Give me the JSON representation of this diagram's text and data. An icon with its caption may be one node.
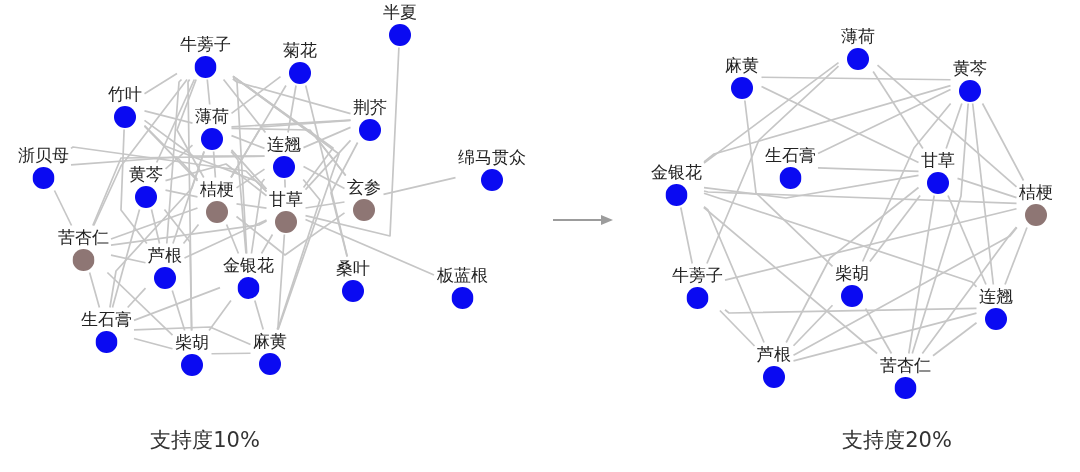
{
  "diagram": {
    "nodes": [
      {
        "text": [
          "牛蒡子"
        ]
      },
      {
        "text": [
          "菊花"
        ]
      },
      {
        "text": [
          "半夏"
        ]
      },
      {
        "text": [
          "竹叶"
        ]
      },
      {
        "text": [
          "薄荷"
        ]
      },
      {
        "text": [
          "荆芥"
        ]
      },
      {
        "text": [
          "浙贝母"
        ]
      },
      {
        "text": [
          "连翘"
        ]
      },
      {
        "text": [
          "绵马贯众"
        ]
      },
      {
        "text": [
          "黄芩"
        ]
      },
      {
        "text": [
          "桔梗"
        ]
      },
      {
        "text": [
          "甘草"
        ]
      },
      {
        "text": [
          "玄参"
        ]
      },
      {
        "text": [
          "苦杏仁"
        ]
      },
      {
        "text": [
          "芦根"
        ]
      },
      {
        "text": [
          "金银花"
        ]
      },
      {
        "text": [
          "桑叶"
        ]
      },
      {
        "text": [
          "板蓝根"
        ]
      },
      {
        "text": [
          "生石膏"
        ]
      },
      {
        "text": [
          "柴胡"
        ]
      },
      {
        "text": [
          "麻黄"
        ]
      },
      {
        "text": [
          "薄荷"
        ]
      },
      {
        "text": [
          "麻黄"
        ]
      },
      {
        "text": [
          "黄芩"
        ]
      },
      {
        "text": [
          "金银花"
        ]
      },
      {
        "text": [
          "生石膏"
        ]
      },
      {
        "text": [
          "甘草"
        ]
      },
      {
        "text": [
          "桔梗"
        ]
      },
      {
        "text": [
          "牛蒡子"
        ]
      },
      {
        "text": [
          "柴胡"
        ]
      },
      {
        "text": [
          "连翘"
        ]
      },
      {
        "text": [
          "芦根"
        ]
      },
      {
        "text": [
          "苦杏仁"
        ]
      }
    ],
    "edges": [
      {
        "from": 3,
        "to": 0,
        "arrow": "none"
      },
      {
        "from": 0,
        "to": 5,
        "arrow": "none"
      },
      {
        "from": 0,
        "to": 4,
        "arrow": "none"
      },
      {
        "from": 0,
        "to": 10,
        "arrow": "none"
      },
      {
        "from": 0,
        "to": 11,
        "arrow": "none"
      },
      {
        "from": 0,
        "to": 7,
        "arrow": "none"
      },
      {
        "from": 0,
        "to": 15,
        "arrow": "none"
      },
      {
        "from": 0,
        "to": 14,
        "arrow": "none"
      },
      {
        "from": 0,
        "to": 9,
        "arrow": "none"
      },
      {
        "from": 0,
        "to": 13,
        "arrow": "none"
      },
      {
        "from": 0,
        "to": 19,
        "arrow": "none"
      },
      {
        "from": 0,
        "to": 20,
        "arrow": "none"
      },
      {
        "from": 0,
        "to": 12,
        "arrow": "none"
      },
      {
        "from": 1,
        "to": 4,
        "arrow": "none"
      },
      {
        "from": 1,
        "to": 7,
        "arrow": "none"
      },
      {
        "from": 1,
        "to": 16,
        "arrow": "none"
      },
      {
        "from": 1,
        "to": 10,
        "arrow": "none"
      },
      {
        "from": 2,
        "to": 11,
        "arrow": "none"
      },
      {
        "from": 5,
        "to": 4,
        "arrow": "none"
      },
      {
        "from": 5,
        "to": 7,
        "arrow": "none"
      },
      {
        "from": 5,
        "to": 10,
        "arrow": "none"
      },
      {
        "from": 5,
        "to": 11,
        "arrow": "none"
      },
      {
        "from": 5,
        "to": 16,
        "arrow": "none"
      },
      {
        "from": 8,
        "to": 12,
        "arrow": "none"
      },
      {
        "from": 17,
        "to": 11,
        "arrow": "none"
      },
      {
        "from": 6,
        "to": 10,
        "arrow": "none"
      },
      {
        "from": 6,
        "to": 11,
        "arrow": "none"
      },
      {
        "from": 6,
        "to": 13,
        "arrow": "none"
      },
      {
        "from": 3,
        "to": 14,
        "arrow": "none"
      },
      {
        "from": 3,
        "to": 4,
        "arrow": "none"
      },
      {
        "from": 3,
        "to": 7,
        "arrow": "none"
      },
      {
        "from": 3,
        "to": 11,
        "arrow": "none"
      },
      {
        "from": 3,
        "to": 10,
        "arrow": "none"
      },
      {
        "from": 4,
        "to": 10,
        "arrow": "none"
      },
      {
        "from": 4,
        "to": 11,
        "arrow": "none"
      },
      {
        "from": 4,
        "to": 7,
        "arrow": "none"
      },
      {
        "from": 4,
        "to": 15,
        "arrow": "none"
      },
      {
        "from": 4,
        "to": 14,
        "arrow": "none"
      },
      {
        "from": 4,
        "to": 9,
        "arrow": "none"
      },
      {
        "from": 4,
        "to": 12,
        "arrow": "none"
      },
      {
        "from": 4,
        "to": 18,
        "arrow": "none"
      },
      {
        "from": 7,
        "to": 10,
        "arrow": "none"
      },
      {
        "from": 7,
        "to": 11,
        "arrow": "none"
      },
      {
        "from": 7,
        "to": 15,
        "arrow": "none"
      },
      {
        "from": 7,
        "to": 20,
        "arrow": "none"
      },
      {
        "from": 7,
        "to": 12,
        "arrow": "none"
      },
      {
        "from": 7,
        "to": 13,
        "arrow": "none"
      },
      {
        "from": 9,
        "to": 10,
        "arrow": "none"
      },
      {
        "from": 9,
        "to": 11,
        "arrow": "none"
      },
      {
        "from": 9,
        "to": 18,
        "arrow": "none"
      },
      {
        "from": 9,
        "to": 19,
        "arrow": "none"
      },
      {
        "from": 9,
        "to": 14,
        "arrow": "none"
      },
      {
        "from": 10,
        "to": 11,
        "arrow": "none"
      },
      {
        "from": 10,
        "to": 12,
        "arrow": "none"
      },
      {
        "from": 10,
        "to": 13,
        "arrow": "none"
      },
      {
        "from": 10,
        "to": 14,
        "arrow": "none"
      },
      {
        "from": 10,
        "to": 15,
        "arrow": "none"
      },
      {
        "from": 11,
        "to": 12,
        "arrow": "none"
      },
      {
        "from": 11,
        "to": 15,
        "arrow": "none"
      },
      {
        "from": 11,
        "to": 13,
        "arrow": "none"
      },
      {
        "from": 11,
        "to": 20,
        "arrow": "none"
      },
      {
        "from": 11,
        "to": 14,
        "arrow": "none"
      },
      {
        "from": 13,
        "to": 18,
        "arrow": "none"
      },
      {
        "from": 13,
        "to": 14,
        "arrow": "none"
      },
      {
        "from": 13,
        "to": 19,
        "arrow": "none"
      },
      {
        "from": 14,
        "to": 18,
        "arrow": "none"
      },
      {
        "from": 14,
        "to": 19,
        "arrow": "none"
      },
      {
        "from": 15,
        "to": 19,
        "arrow": "none"
      },
      {
        "from": 15,
        "to": 20,
        "arrow": "none"
      },
      {
        "from": 18,
        "to": 19,
        "arrow": "none"
      },
      {
        "from": 18,
        "to": 20,
        "arrow": "none"
      },
      {
        "from": 19,
        "to": 20,
        "arrow": "none"
      },
      {
        "from": 15,
        "to": 18,
        "arrow": "none"
      },
      {
        "from": 22,
        "to": 23,
        "arrow": "none"
      },
      {
        "from": 22,
        "to": 26,
        "arrow": "none"
      },
      {
        "from": 22,
        "to": 29,
        "arrow": "none"
      },
      {
        "from": 21,
        "to": 24,
        "arrow": "none"
      },
      {
        "from": 21,
        "to": 28,
        "arrow": "none"
      },
      {
        "from": 21,
        "to": 26,
        "arrow": "none"
      },
      {
        "from": 21,
        "to": 27,
        "arrow": "none"
      },
      {
        "from": 23,
        "to": 24,
        "arrow": "none"
      },
      {
        "from": 23,
        "to": 25,
        "arrow": "none"
      },
      {
        "from": 23,
        "to": 26,
        "arrow": "none"
      },
      {
        "from": 23,
        "to": 27,
        "arrow": "none"
      },
      {
        "from": 23,
        "to": 30,
        "arrow": "none"
      },
      {
        "from": 23,
        "to": 29,
        "arrow": "none"
      },
      {
        "from": 23,
        "to": 32,
        "arrow": "none"
      },
      {
        "from": 24,
        "to": 26,
        "arrow": "none"
      },
      {
        "from": 24,
        "to": 27,
        "arrow": "none"
      },
      {
        "from": 24,
        "to": 28,
        "arrow": "none"
      },
      {
        "from": 24,
        "to": 31,
        "arrow": "none"
      },
      {
        "from": 24,
        "to": 30,
        "arrow": "none"
      },
      {
        "from": 24,
        "to": 32,
        "arrow": "none"
      },
      {
        "from": 25,
        "to": 26,
        "arrow": "none"
      },
      {
        "from": 26,
        "to": 29,
        "arrow": "none"
      },
      {
        "from": 26,
        "to": 32,
        "arrow": "none"
      },
      {
        "from": 26,
        "to": 30,
        "arrow": "none"
      },
      {
        "from": 26,
        "to": 27,
        "arrow": "none"
      },
      {
        "from": 26,
        "to": 31,
        "arrow": "none"
      },
      {
        "from": 28,
        "to": 27,
        "arrow": "none"
      },
      {
        "from": 28,
        "to": 30,
        "arrow": "none"
      },
      {
        "from": 28,
        "to": 31,
        "arrow": "none"
      },
      {
        "from": 29,
        "to": 31,
        "arrow": "none"
      },
      {
        "from": 29,
        "to": 32,
        "arrow": "none"
      },
      {
        "from": 31,
        "to": 30,
        "arrow": "none"
      },
      {
        "from": 31,
        "to": 27,
        "arrow": "none"
      },
      {
        "from": 32,
        "to": 30,
        "arrow": "none"
      },
      {
        "from": 32,
        "to": 27,
        "arrow": "none"
      },
      {
        "from": 27,
        "to": 30,
        "arrow": "none"
      }
    ],
    "labels": [
      "支持度10%",
      "支持度20%"
    ]
  }
}
